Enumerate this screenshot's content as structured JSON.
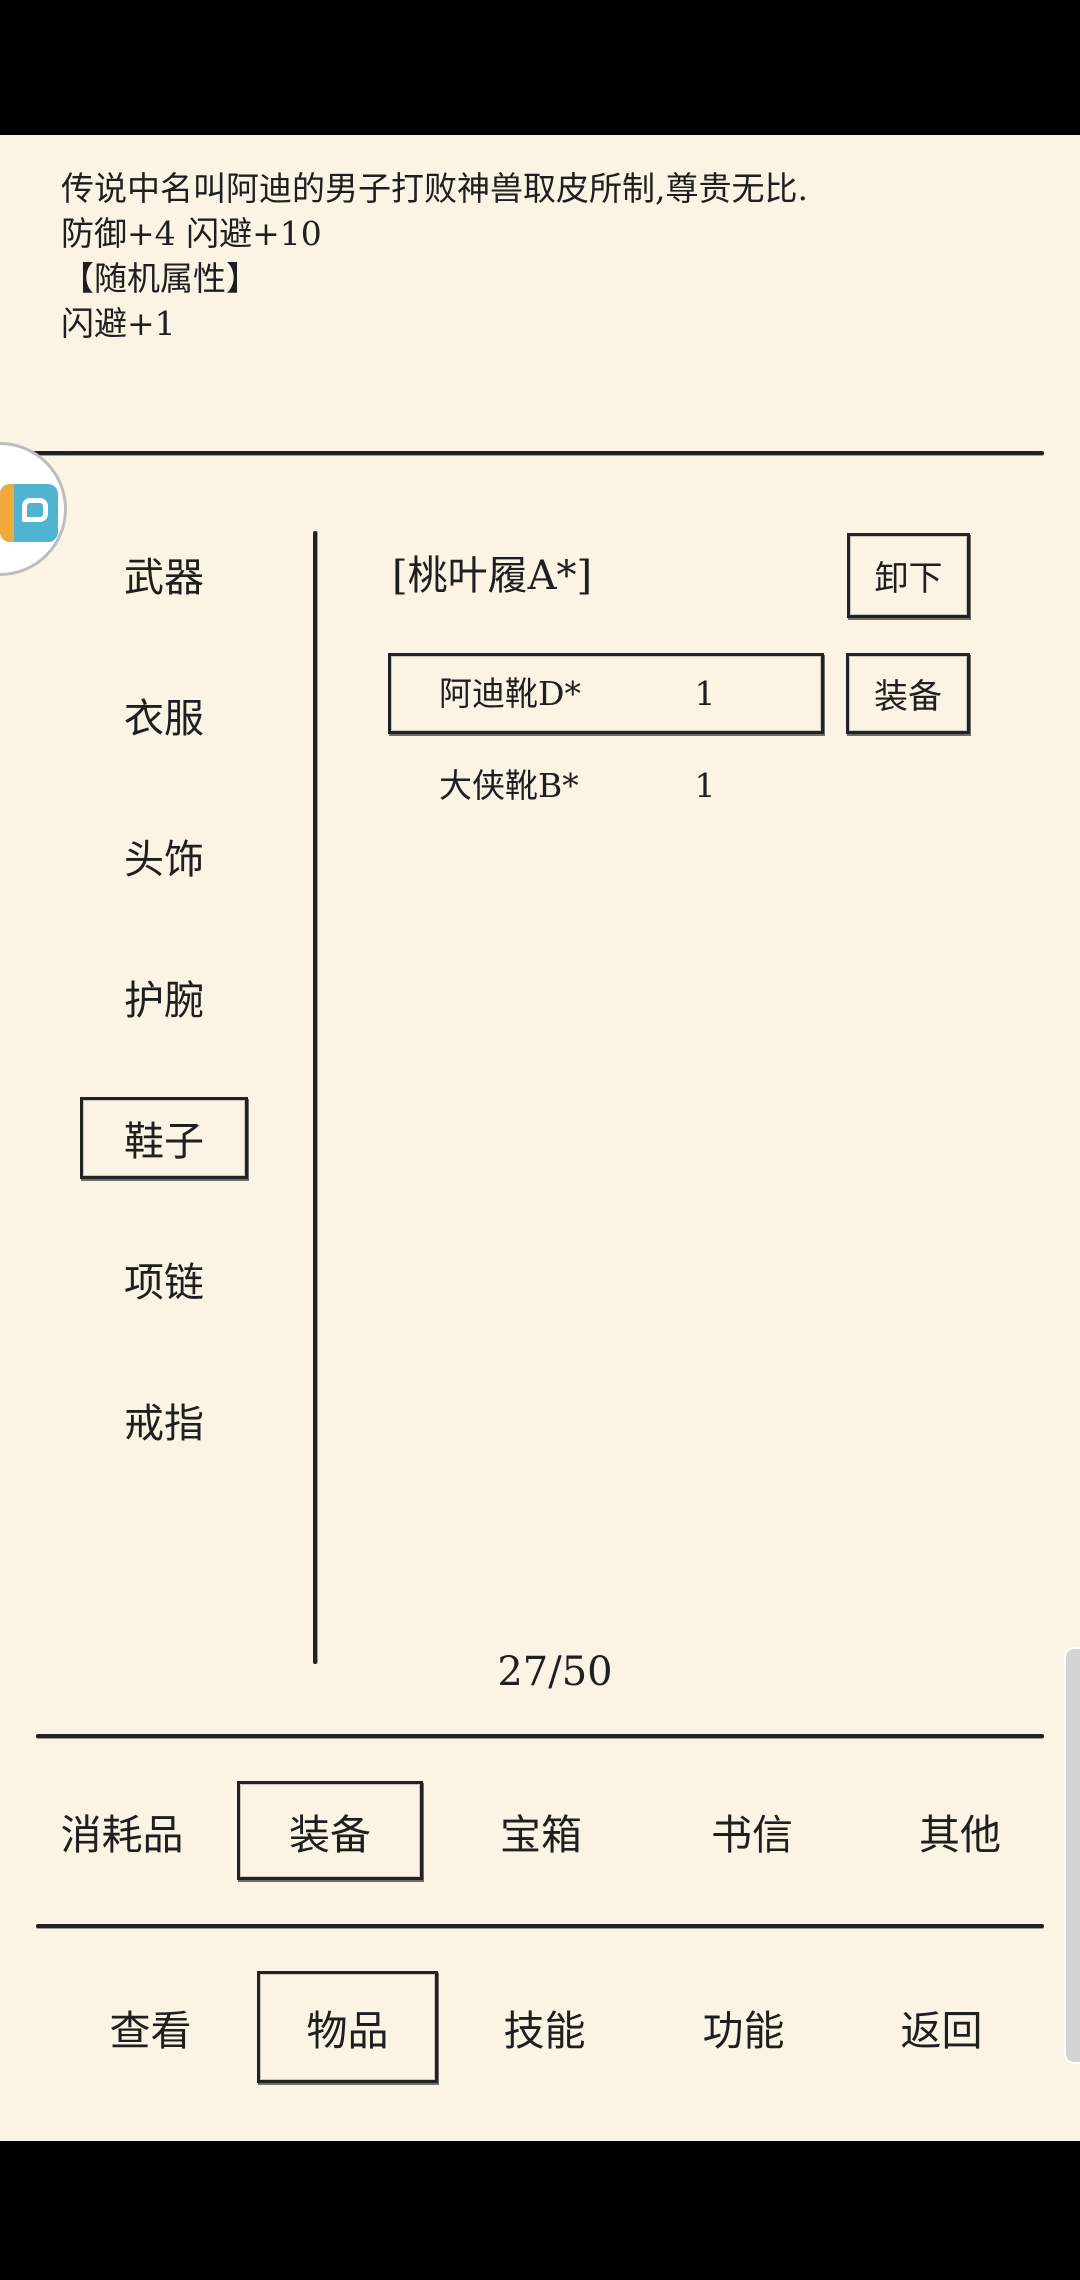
{
  "description": {
    "lines": [
      "传说中名叫阿迪的男子打败神兽取皮所制,尊贵无比.",
      "防御+4 闪避+10",
      "【随机属性】",
      "闪避+1"
    ]
  },
  "floating_button": {
    "icon": "floating-assistant-icon"
  },
  "categories": [
    {
      "label": "武器",
      "selected": false
    },
    {
      "label": "衣服",
      "selected": false
    },
    {
      "label": "头饰",
      "selected": false
    },
    {
      "label": "护腕",
      "selected": false
    },
    {
      "label": "鞋子",
      "selected": true
    },
    {
      "label": "项链",
      "selected": false
    },
    {
      "label": "戒指",
      "selected": false
    }
  ],
  "equipped": {
    "name": "[桃叶履A*]",
    "unequip_label": "卸下"
  },
  "items": [
    {
      "name": "阿迪靴D*",
      "count": 1,
      "selected": true
    },
    {
      "name": "大侠靴B*",
      "count": 1,
      "selected": false
    }
  ],
  "equip_label": "装备",
  "pagination": "27/50",
  "item_tabs": [
    {
      "label": "消耗品",
      "selected": false
    },
    {
      "label": "装备",
      "selected": true
    },
    {
      "label": "宝箱",
      "selected": false
    },
    {
      "label": "书信",
      "selected": false
    },
    {
      "label": "其他",
      "selected": false
    }
  ],
  "nav_tabs": [
    {
      "label": "查看",
      "selected": false
    },
    {
      "label": "物品",
      "selected": true
    },
    {
      "label": "技能",
      "selected": false
    },
    {
      "label": "功能",
      "selected": false
    },
    {
      "label": "返回",
      "selected": false
    }
  ],
  "colors": {
    "background": "#FBF3E3",
    "ink": "#1F1F1F",
    "line": "#222222",
    "bars": "#000000",
    "scrollbar": "#D4D4D4",
    "icon": "#4FB3D2",
    "icon_accent": "#F2A93B"
  }
}
